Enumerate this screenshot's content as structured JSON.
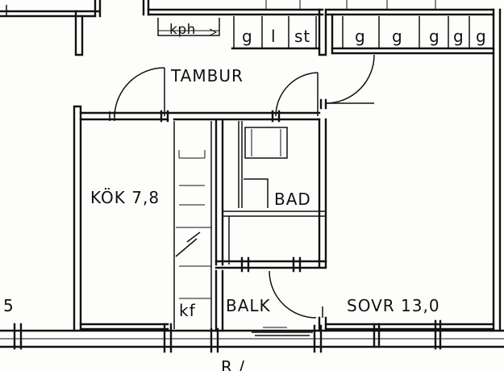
{
  "rooms": {
    "tambur": "TAMBUR",
    "kok": "KÖK 7,8",
    "bad": "BAD",
    "balk": "BALK",
    "sovr": "SOVR 13,0",
    "kf": "kf",
    "left_number": "5",
    "bottom_partial": "R /"
  },
  "closets": {
    "kph": "kph",
    "g": "g",
    "l": "l",
    "st": "st"
  }
}
